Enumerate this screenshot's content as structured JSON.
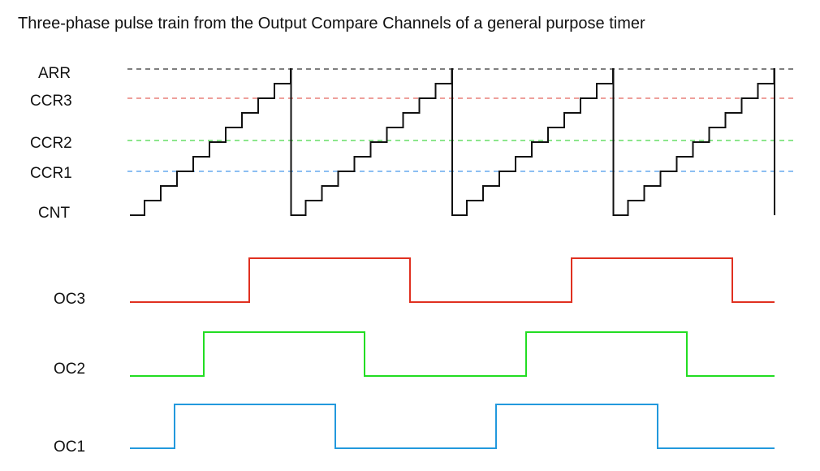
{
  "title": "Three-phase pulse train from the Output Compare Channels of a general purpose timer",
  "counter": {
    "levels": [
      {
        "key": "arr",
        "label": "ARR",
        "color": "#555555"
      },
      {
        "key": "ccr3",
        "label": "CCR3",
        "color": "#e8807a"
      },
      {
        "key": "ccr2",
        "label": "CCR2",
        "color": "#66dd66"
      },
      {
        "key": "ccr1",
        "label": "CCR1",
        "color": "#66aaee"
      }
    ],
    "cnt_label": "CNT",
    "periods": 4,
    "steps_per_period": 10
  },
  "outputs": [
    {
      "key": "oc3",
      "label": "OC3",
      "color": "#e03020"
    },
    {
      "key": "oc2",
      "label": "OC2",
      "color": "#22dd22"
    },
    {
      "key": "oc1",
      "label": "OC1",
      "color": "#2299dd"
    }
  ]
}
